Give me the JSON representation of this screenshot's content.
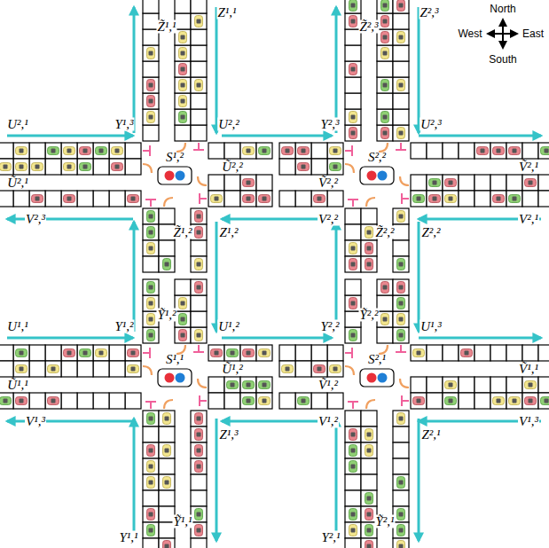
{
  "diagram": {
    "nodes": [
      {
        "text": [
          "S¹,²"
        ]
      },
      {
        "text": [
          "S²,²"
        ]
      },
      {
        "text": [
          "S¹,¹"
        ]
      },
      {
        "text": [
          "S²,¹"
        ]
      }
    ],
    "labels": [
      "Z̃¹,¹",
      "Z¹,¹",
      "Z̃²,³",
      "Z²,³",
      "U²,¹",
      "Y¹,³",
      "Ũ²,¹",
      "U²,²",
      "Y²,³",
      "U²,³",
      "Ũ²,²",
      "Ṽ²,²",
      "Ṽ²,¹",
      "V²,¹",
      "V²,³",
      "Z¹,²",
      "V²,²",
      "Z²,²",
      "Z̃¹,²",
      "Z̃²,²",
      "Ỹ¹,²",
      "Ỹ²,²",
      "U¹,¹",
      "Y¹,²",
      "U¹,²",
      "Y²,²",
      "U¹,³",
      "Ũ¹,¹",
      "Ũ¹,²",
      "Ṽ¹,²",
      "Ṽ¹,¹",
      "V¹,³",
      "Z¹,³",
      "V¹,²",
      "Z²,¹",
      "V¹,³",
      "Y¹,¹",
      "Ỹ¹,¹",
      "Y²,¹",
      "Ỹ²,¹",
      "North",
      "West",
      "East",
      "South"
    ]
  }
}
